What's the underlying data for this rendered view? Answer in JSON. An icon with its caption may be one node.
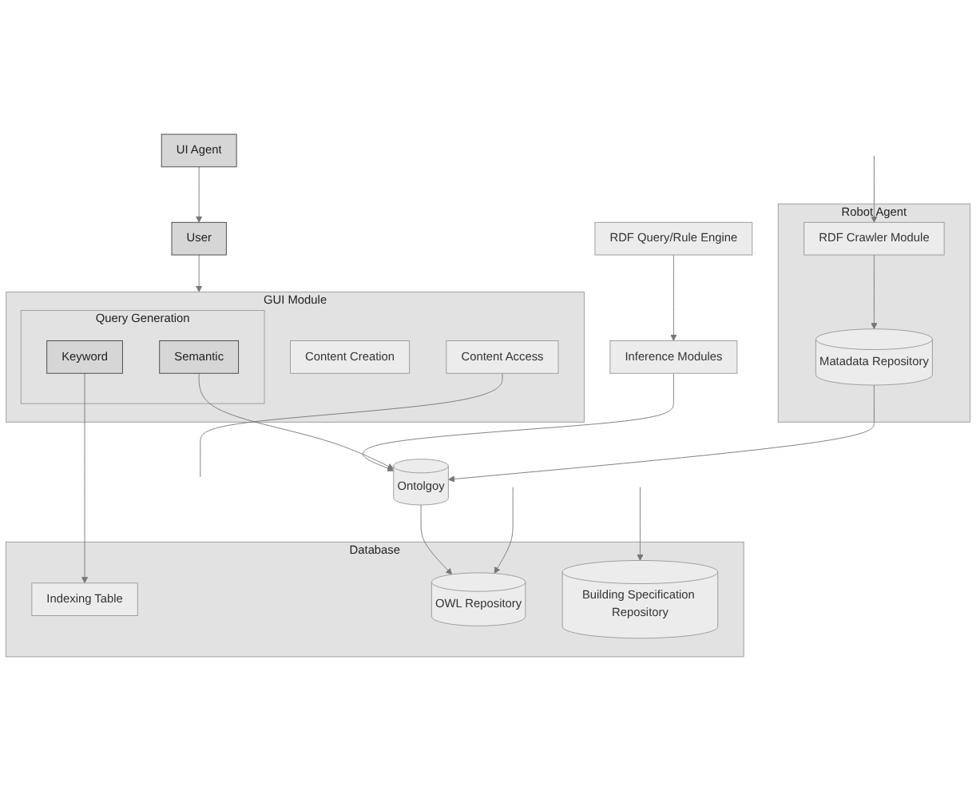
{
  "diagram": {
    "nodes": [
      {
        "text": [
          "User"
        ]
      },
      {
        "text": [
          "UI Agent"
        ]
      },
      {
        "text": [
          "GUI Module"
        ]
      },
      {
        "text": [
          "Content Creation"
        ],
        "in": 2
      },
      {
        "text": [
          "Query Generation"
        ],
        "in": 2
      },
      {
        "text": [
          "Semantic"
        ],
        "in": 4
      },
      {
        "text": [
          "Keyword"
        ],
        "in": 4
      },
      {
        "text": [
          "Content Access"
        ],
        "in": 2
      },
      {
        "text": [
          "RDF Query/Rule Engine"
        ]
      },
      {
        "text": [
          "Inference  Modules"
        ]
      },
      {
        "text": [
          "Ontolgoy"
        ]
      },
      {
        "text": [
          "Robot Agent"
        ]
      },
      {
        "text": [
          "RDF Crawler Module"
        ],
        "in": 11
      },
      {
        "text": [
          "Matadata Repository"
        ],
        "in": 11
      },
      {
        "text": [
          "Database"
        ]
      },
      {
        "text": [
          "Indexing Table"
        ],
        "in": 14
      },
      {
        "text": [
          "OWL Repository"
        ],
        "in": 14
      },
      {
        "text": [
          "Building Specification Repository"
        ],
        "in": 14
      }
    ],
    "edges": [
      {
        "from": 1,
        "to": 0,
        "arrow": "to"
      },
      {
        "from": 0,
        "to": 2,
        "arrow": "to"
      },
      {
        "from": 8,
        "to": 9,
        "arrow": "to"
      },
      {
        "from": 9,
        "to": 10,
        "arrow": "to"
      },
      {
        "from": 5,
        "to": 10,
        "arrow": "to"
      },
      {
        "from": 13,
        "to": 10,
        "arrow": "to"
      },
      {
        "from": 12,
        "to": 13,
        "arrow": "to"
      },
      {
        "from": 10,
        "to": 16,
        "arrow": "to"
      },
      {
        "from": 6,
        "to": 15,
        "arrow": "to"
      },
      {
        "from": 7,
        "to": null,
        "arrow": "none"
      },
      {
        "from": null,
        "to": 16,
        "arrow": "to"
      },
      {
        "from": null,
        "to": 17,
        "arrow": "to"
      },
      {
        "from": null,
        "to": 12,
        "arrow": "to"
      }
    ]
  }
}
